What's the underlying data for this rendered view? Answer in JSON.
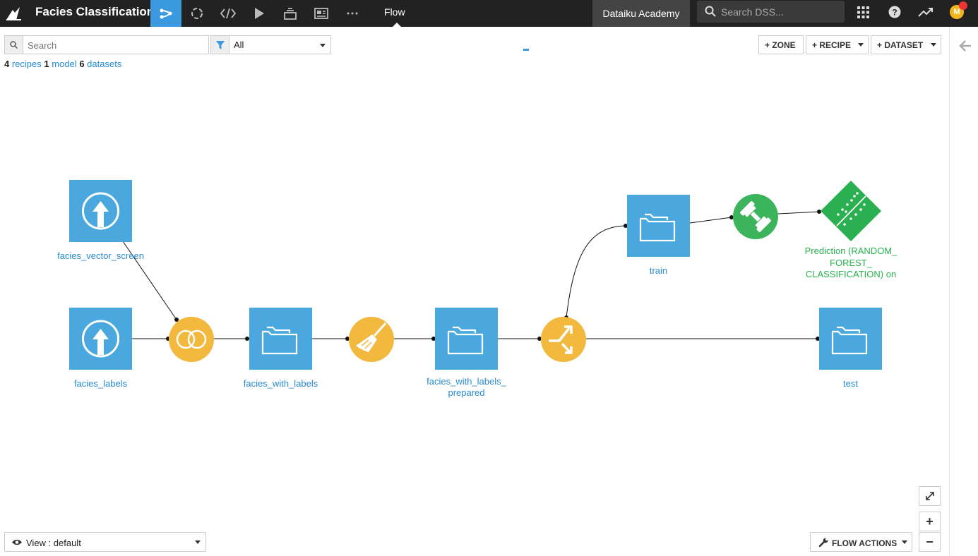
{
  "topbar": {
    "project_title": "Facies Classification",
    "active_tab": "Flow",
    "instance": "Dataiku Academy",
    "search_placeholder": "Search DSS...",
    "avatar_initial": "M"
  },
  "toolbar": {
    "search_placeholder": "Search",
    "filter_value": "All",
    "zone_label": "+ ZONE",
    "recipe_label": "+ RECIPE",
    "dataset_label": "+ DATASET"
  },
  "counts": {
    "recipes_n": "4",
    "recipes_label": "recipes",
    "model_n": "1",
    "model_label": "model",
    "datasets_n": "6",
    "datasets_label": "datasets"
  },
  "flow": {
    "datasets": {
      "facies_vector_screen": "facies_vector_screen",
      "facies_labels": "facies_labels",
      "facies_with_labels": "facies_with_labels",
      "prepared_line1": "facies_with_labels_",
      "prepared_line2": "prepared",
      "train": "train",
      "test": "test"
    },
    "model": {
      "line1": "Prediction (RANDOM_",
      "line2": "FOREST_",
      "line3": "CLASSIFICATION) on"
    },
    "colors": {
      "dataset": "#4aa8df",
      "recipe": "#f3b93e",
      "model": "#2ab050",
      "train_recipe": "#3cb45c"
    }
  },
  "bottom": {
    "view_label": "View : default",
    "flow_actions_label": "FLOW ACTIONS",
    "zoom_in": "+",
    "zoom_out": "−"
  }
}
